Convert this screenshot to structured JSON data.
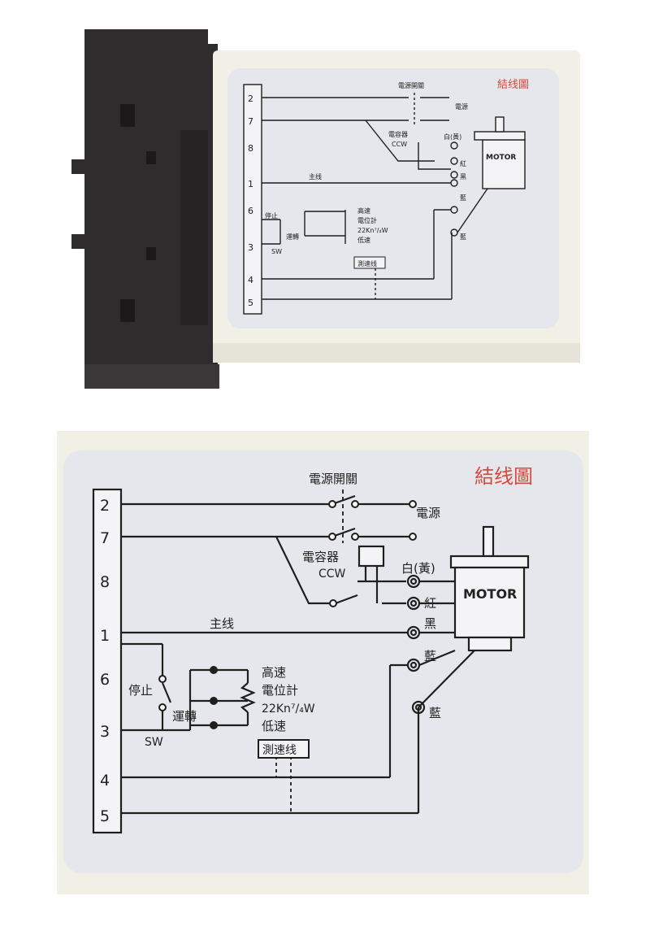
{
  "diagram": {
    "title": "結线圖",
    "terminals": [
      "2",
      "7",
      "8",
      "1",
      "6",
      "3",
      "4",
      "5"
    ],
    "labels": {
      "power_switch": "電源開關",
      "power": "電源",
      "capacitor": "電容器",
      "ccw": "CCW",
      "white_yellow": "白(黃)",
      "red": "紅",
      "black": "黑",
      "blue_1": "藍",
      "blue_2": "藍",
      "main_line": "主线",
      "stop": "停止",
      "run": "運轉",
      "sw": "SW",
      "high_speed": "高速",
      "potentiometer": "電位計",
      "pot_value": "22Kn⁷/₄W",
      "low_speed": "低速",
      "speed_line": "測速线",
      "motor": "MOTOR"
    }
  },
  "colors": {
    "title": "#d9483b",
    "line": "#1f1f1f",
    "label_bg": "#e6e7ec",
    "housing": "#f1f0e6",
    "connector": "#2e2c2d"
  }
}
